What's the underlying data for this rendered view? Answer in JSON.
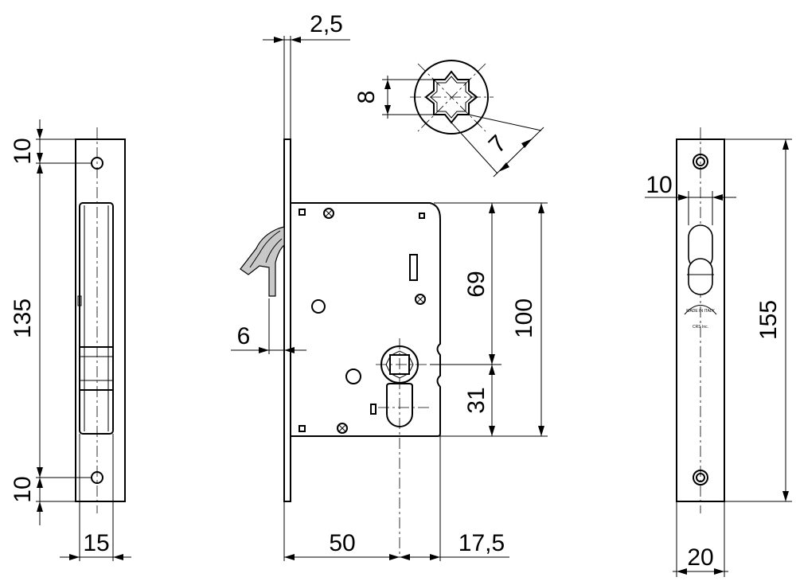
{
  "dimensions": {
    "left_top_spacing": "10",
    "left_height": "135",
    "left_bottom_spacing": "10",
    "left_width": "15",
    "faceplate_thickness": "2,5",
    "spindle_square": "8",
    "spindle_alt": "7",
    "latch_projection": "6",
    "upper_height": "69",
    "case_height": "100",
    "lower_height": "31",
    "backset": "50",
    "case_offset": "17,5",
    "right_spacing": "10",
    "right_height": "155",
    "right_width": "20"
  },
  "stamp": {
    "line1": "MADE IN ITALY",
    "line2": "CRS Inc."
  }
}
